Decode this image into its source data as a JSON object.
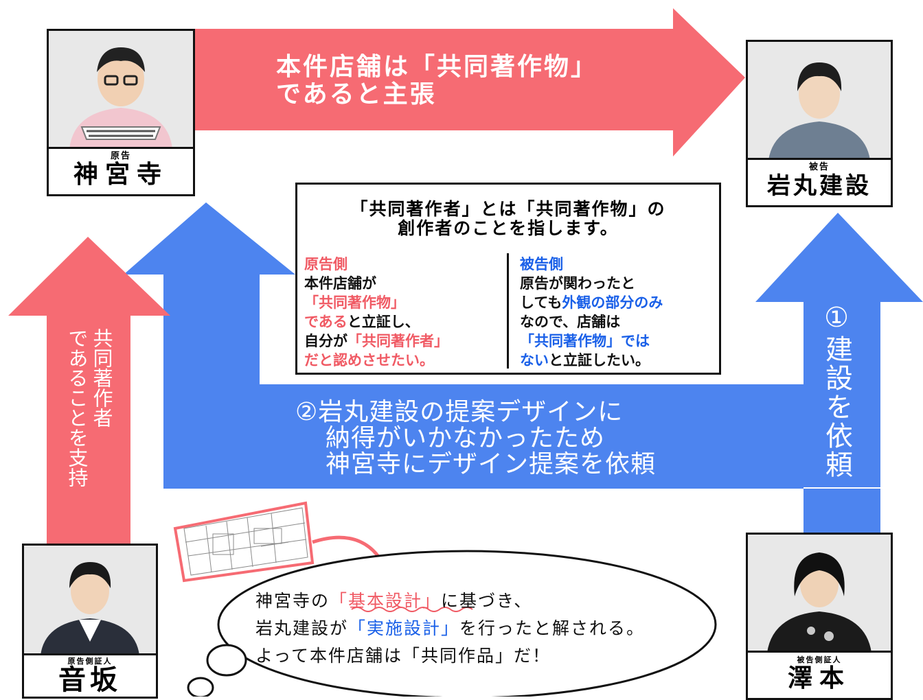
{
  "colors": {
    "red_arrow": "#f66b73",
    "blue_arrow": "#4d84ef",
    "red_text": "#f05a64",
    "blue_text": "#1a60e8"
  },
  "top_arrow": {
    "line1": "本件店舗は「共同著作物」",
    "line2": "であると主張"
  },
  "blue_arrow": {
    "line1": "②岩丸建設の提案デザインに",
    "line2": "納得がいかなかったため",
    "line3": "神宮寺にデザイン提案を依頼"
  },
  "right_arrow": {
    "label": "①建設を依頼"
  },
  "left_arrow": {
    "col1": "共同著作者",
    "col2": "であることを支持"
  },
  "people": {
    "plaintiff": {
      "role": "原告",
      "name": "神宮寺"
    },
    "defendant": {
      "role": "被告",
      "name": "岩丸建設"
    },
    "plaintiff_witness": {
      "role": "原告側証人",
      "name": "音坂"
    },
    "defendant_witness": {
      "role": "被告側証人",
      "name": "澤本"
    }
  },
  "info": {
    "title_line1": "「共同著作者」とは「共同著作物」の",
    "title_line2": "創作者のことを指します。",
    "plaintiff_side": {
      "heading": "原告側",
      "l1": "本件店舗が",
      "l2": "「共同著作物」",
      "l3a": "である",
      "l3b": "と立証し、",
      "l4a": "自分が",
      "l4b": "「共同著作者」",
      "l5": "だと認めさせたい。"
    },
    "defendant_side": {
      "heading": "被告側",
      "l1": "原告が関わったと",
      "l2a": "しても",
      "l2b": "外観の部分のみ",
      "l3": "なので、店舗は",
      "l4": "「共同著作物」では",
      "l5a": "ない",
      "l5b": "と立証したい。"
    }
  },
  "thought": {
    "l1a": "神宮寺の",
    "l1b": "「基本設計」",
    "l1c": "に基づき、",
    "l2a": "岩丸建設が",
    "l2b": "「実施設計」",
    "l2c": "を行ったと解される。",
    "l3": "よって本件店舗は「共同作品」だ！"
  }
}
